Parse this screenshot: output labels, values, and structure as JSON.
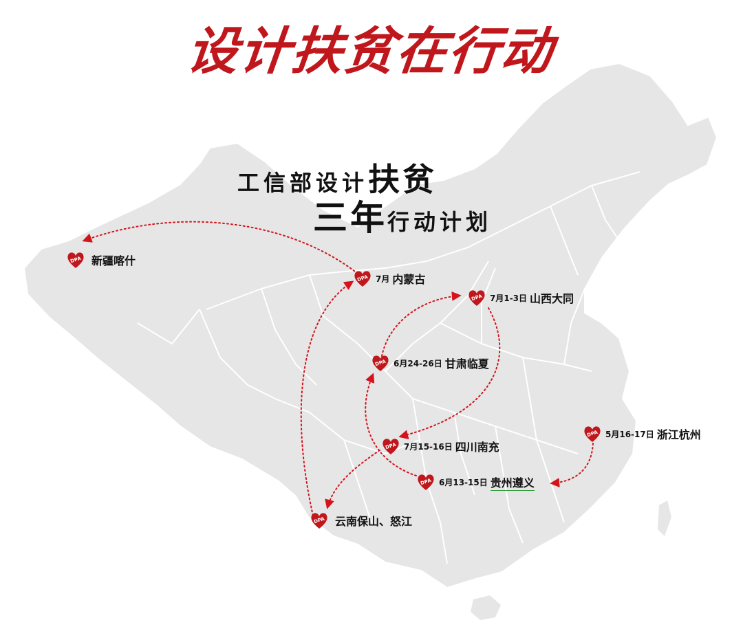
{
  "title": "设计扶贫在行动",
  "subtitle": {
    "line1_prefix": "工信部设计",
    "line1_big": "扶贫",
    "line2_big": "三年",
    "line2_suffix": "行动计划"
  },
  "pin_label": "DPA",
  "colors": {
    "accent": "#c0171d",
    "map_fill": "#e6e6e6",
    "map_border": "#ffffff",
    "route": "#d3141c"
  },
  "locations": [
    {
      "key": "xinjiang",
      "date": "",
      "place": "新疆喀什"
    },
    {
      "key": "neimenggu",
      "date": "7月",
      "place": "内蒙古"
    },
    {
      "key": "shanxi",
      "date": "7月1-3日",
      "place": "山西大同"
    },
    {
      "key": "gansu",
      "date": "6月24-26日",
      "place": "甘肃临夏"
    },
    {
      "key": "zhejiang",
      "date": "5月16-17日",
      "place": "浙江杭州"
    },
    {
      "key": "sichuan",
      "date": "7月15-16日",
      "place": "四川南充"
    },
    {
      "key": "guizhou",
      "date": "6月13-15日",
      "place": "贵州遵义"
    },
    {
      "key": "yunnan",
      "date": "",
      "place": "云南保山、怒江"
    }
  ]
}
